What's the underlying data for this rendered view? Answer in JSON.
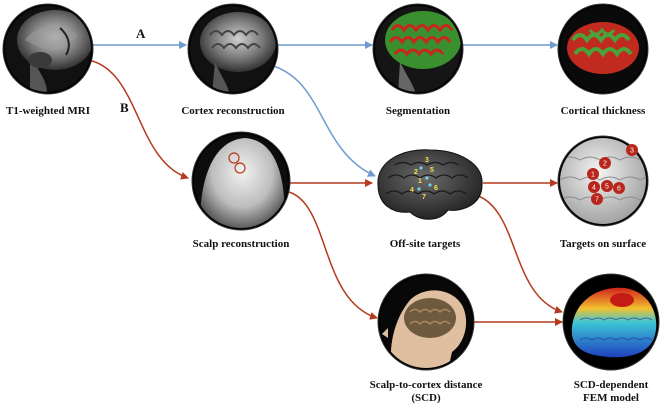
{
  "path_labels": {
    "a": "A",
    "b": "B"
  },
  "nodes": {
    "t1_mri": {
      "label": "T1-weighted MRI"
    },
    "cortex_reconstruction": {
      "label": "Cortex reconstruction"
    },
    "segmentation": {
      "label": "Segmentation"
    },
    "cortical_thickness": {
      "label": "Cortical thickness"
    },
    "scalp_reconstruction": {
      "label": "Scalp reconstruction"
    },
    "off_site_targets": {
      "label": "Off-site targets",
      "numbers": [
        "1",
        "2",
        "3",
        "4",
        "5",
        "6",
        "7"
      ]
    },
    "targets_on_surface": {
      "label": "Targets on surface",
      "numbers": [
        "1",
        "2",
        "3",
        "4",
        "5",
        "6",
        "7"
      ]
    },
    "scd": {
      "label_line1": "Scalp-to-cortex distance",
      "label_line2": "(SCD)"
    },
    "fem_model": {
      "label_line1": "SCD-dependent",
      "label_line2": "FEM model"
    }
  },
  "colors": {
    "path_a": "#6f9bd1",
    "path_b": "#b53a1e",
    "badge": "#b8261c"
  }
}
